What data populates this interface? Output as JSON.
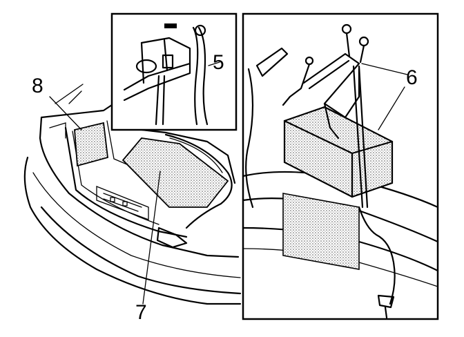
{
  "callouts": {
    "c5": "5",
    "c6": "6",
    "c7": "7",
    "c8": "8"
  },
  "colors": {
    "ink": "#000000",
    "shade": "#cfcfcf",
    "paper": "#ffffff"
  }
}
